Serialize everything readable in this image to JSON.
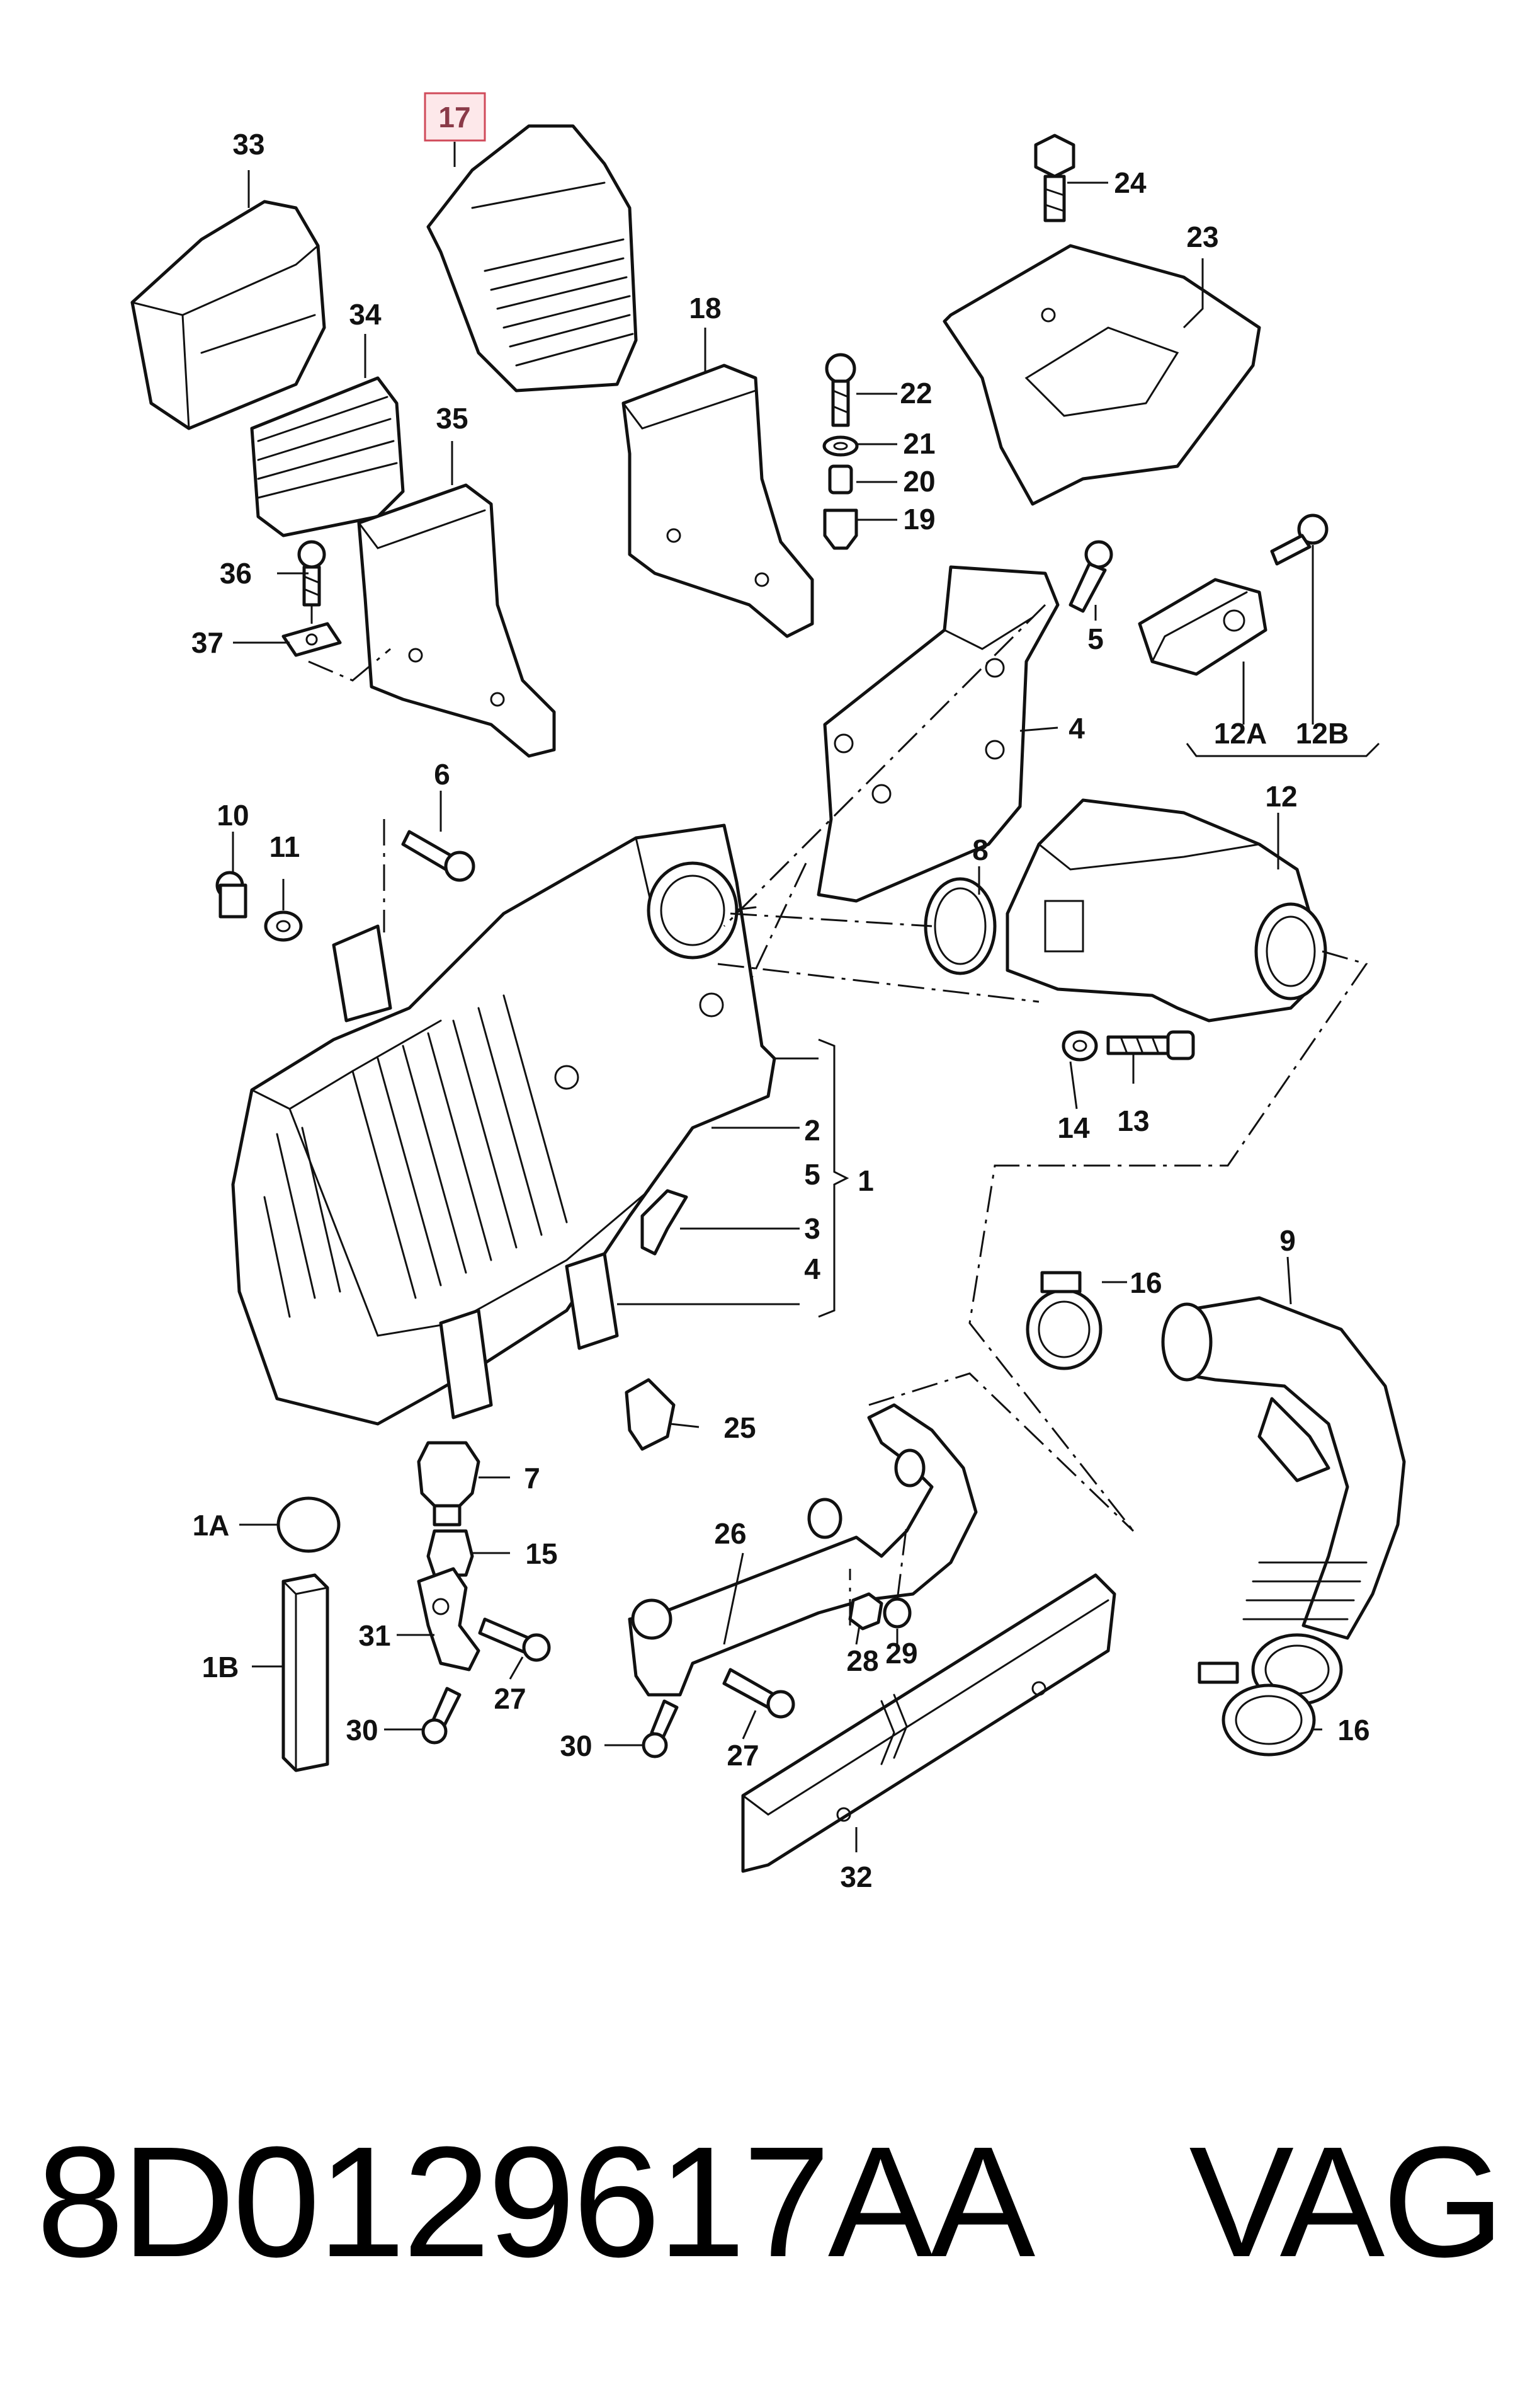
{
  "labels": {
    "l33": "33",
    "l17": "17",
    "l34": "34",
    "l35": "35",
    "l18": "18",
    "l36": "36",
    "l37": "37",
    "l22": "22",
    "l21": "21",
    "l20": "20",
    "l19": "19",
    "l24": "24",
    "l23": "23",
    "l5a": "5",
    "l4": "4",
    "l12a": "12A",
    "l12b": "12B",
    "l12": "12",
    "l6": "6",
    "l10": "10",
    "l11": "11",
    "l8": "8",
    "l2": "2",
    "l5b": "5",
    "l1": "1",
    "l3": "3",
    "l4b": "4",
    "l14": "14",
    "l13": "13",
    "l9": "9",
    "l16a": "16",
    "l16b": "16",
    "l7": "7",
    "l25": "25",
    "l1a": "1A",
    "l15": "15",
    "l26": "26",
    "l1b": "1B",
    "l31": "31",
    "l27a": "27",
    "l30a": "30",
    "l28": "28",
    "l29": "29",
    "l30b": "30",
    "l27b": "27",
    "l32": "32"
  },
  "highlighted_part": "17",
  "caption": "8D0129617AA    VAG",
  "colors": {
    "highlight_fill": "#fde8ea",
    "highlight_border": "#d04a5a",
    "line": "#111111"
  }
}
